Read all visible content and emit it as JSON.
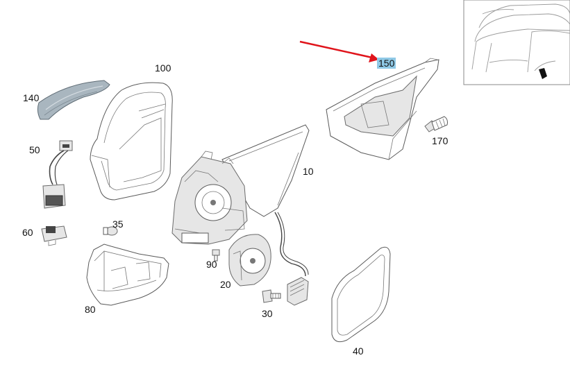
{
  "diagram": {
    "callouts": [
      {
        "id": "100",
        "label": "100"
      },
      {
        "id": "140",
        "label": "140"
      },
      {
        "id": "50",
        "label": "50"
      },
      {
        "id": "60",
        "label": "60"
      },
      {
        "id": "35",
        "label": "35"
      },
      {
        "id": "80",
        "label": "80"
      },
      {
        "id": "90",
        "label": "90"
      },
      {
        "id": "20",
        "label": "20"
      },
      {
        "id": "30",
        "label": "30"
      },
      {
        "id": "10",
        "label": "10"
      },
      {
        "id": "40",
        "label": "40"
      },
      {
        "id": "150",
        "label": "150",
        "highlighted": true
      },
      {
        "id": "170",
        "label": "170"
      }
    ],
    "colors": {
      "highlight": "#8fc9e6",
      "arrow": "#e0141b",
      "line": "#5a5a5a"
    }
  }
}
